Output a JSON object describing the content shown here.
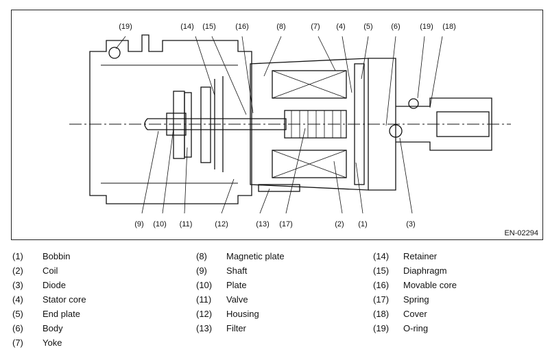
{
  "figure": {
    "code": "EN-02294",
    "callouts": [
      "(19)",
      "(14)",
      "(15)",
      "(16)",
      "(8)",
      "(7)",
      "(4)",
      "(5)",
      "(6)",
      "(19)",
      "(18)",
      "(9)",
      "(10)",
      "(11)",
      "(12)",
      "(13)",
      "(17)",
      "(2)",
      "(1)",
      "(3)"
    ]
  },
  "legend": [
    {
      "num": "(1)",
      "label": "Bobbin"
    },
    {
      "num": "(2)",
      "label": "Coil"
    },
    {
      "num": "(3)",
      "label": "Diode"
    },
    {
      "num": "(4)",
      "label": "Stator core"
    },
    {
      "num": "(5)",
      "label": "End plate"
    },
    {
      "num": "(6)",
      "label": "Body"
    },
    {
      "num": "(7)",
      "label": "Yoke"
    },
    {
      "num": "(8)",
      "label": "Magnetic plate"
    },
    {
      "num": "(9)",
      "label": "Shaft"
    },
    {
      "num": "(10)",
      "label": "Plate"
    },
    {
      "num": "(11)",
      "label": "Valve"
    },
    {
      "num": "(12)",
      "label": "Housing"
    },
    {
      "num": "(13)",
      "label": "Filter"
    },
    {
      "num": "(14)",
      "label": "Retainer"
    },
    {
      "num": "(15)",
      "label": "Diaphragm"
    },
    {
      "num": "(16)",
      "label": "Movable core"
    },
    {
      "num": "(17)",
      "label": "Spring"
    },
    {
      "num": "(18)",
      "label": "Cover"
    },
    {
      "num": "(19)",
      "label": "O-ring"
    }
  ]
}
